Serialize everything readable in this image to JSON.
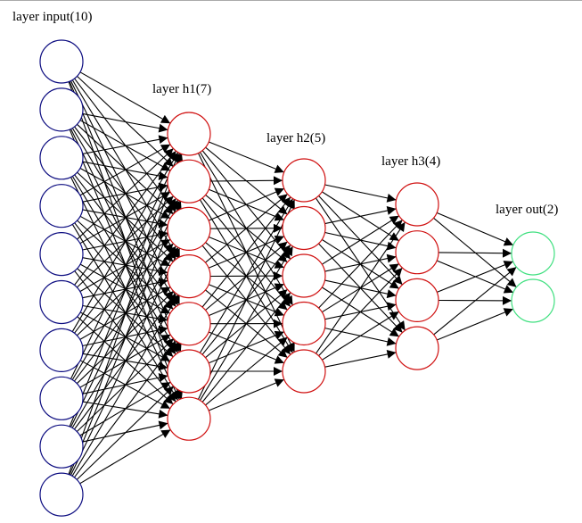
{
  "layers": [
    {
      "label": "layer input(10)",
      "size": 10,
      "color": "#0c0c80"
    },
    {
      "label": "layer h1(7)",
      "size": 7,
      "color": "#d01010"
    },
    {
      "label": "layer h2(5)",
      "size": 5,
      "color": "#d01010"
    },
    {
      "label": "layer h3(4)",
      "size": 4,
      "color": "#d01010"
    },
    {
      "label": "layer out(2)",
      "size": 2,
      "color": "#40e080"
    }
  ],
  "edge_color": "#000000"
}
